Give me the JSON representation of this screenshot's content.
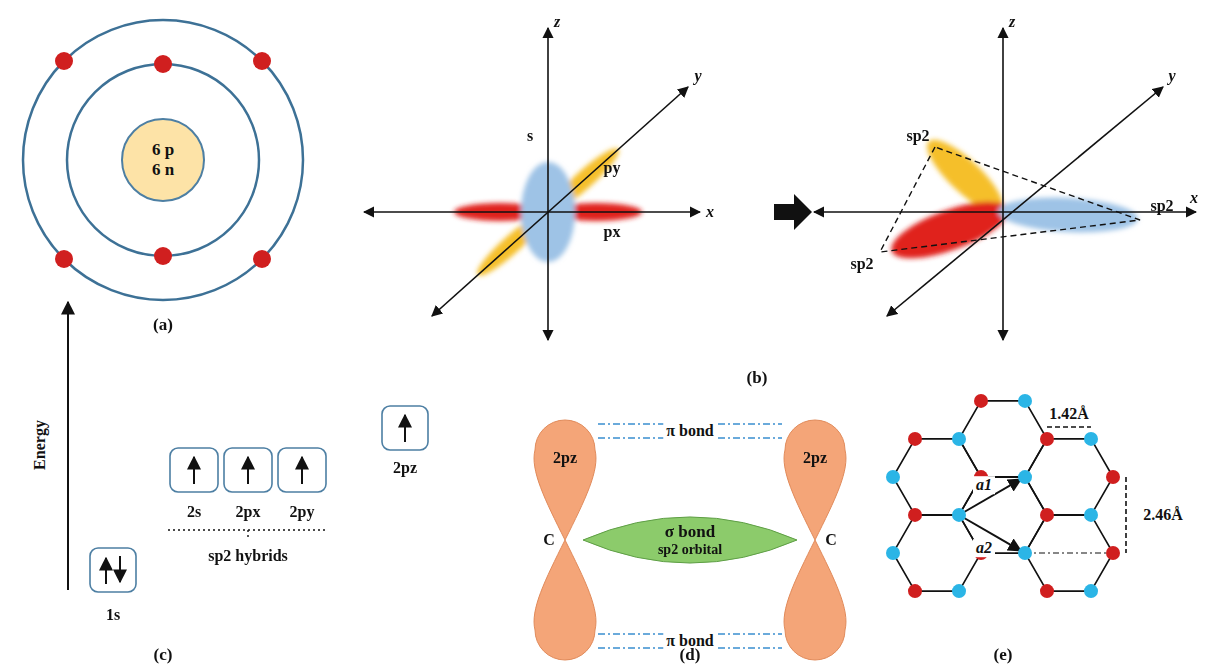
{
  "diagram": {
    "nodes": [
      {
        "text": [
          "6 p",
          "6 n"
        ]
      },
      {
        "text": [
          "σ bond",
          "sp2 orbital"
        ]
      }
    ],
    "labels": [
      "(a)",
      "z",
      "y",
      "x",
      "s",
      "py",
      "px",
      "z",
      "y",
      "x",
      "sp2",
      "sp2",
      "sp2",
      "(b)",
      "Energy",
      "1s",
      "2s",
      "2px",
      "2py",
      "sp2 hybrids",
      "2pz",
      "(c)",
      "2pz",
      "2pz",
      "π bond",
      "π bond",
      "C",
      "C",
      "(d)",
      "1.42Å",
      "2.46Å",
      "a1",
      "a2",
      "(e)"
    ]
  }
}
